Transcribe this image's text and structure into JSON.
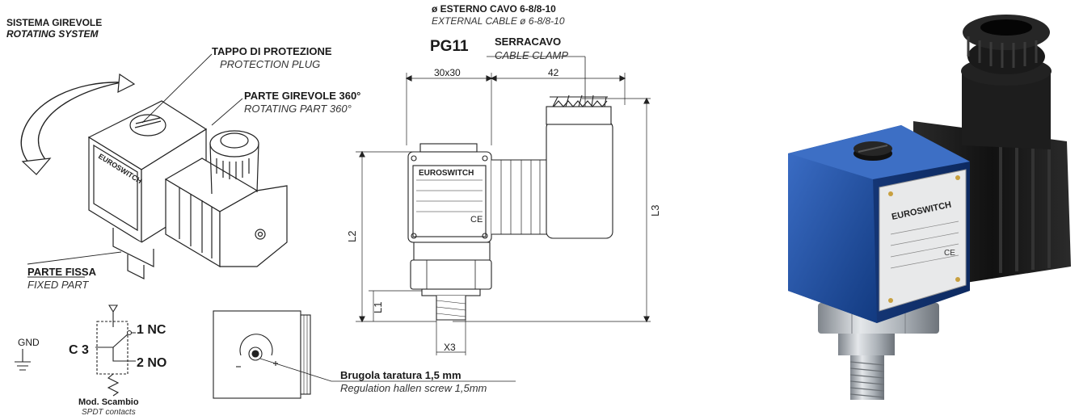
{
  "rotating": {
    "it": "SISTEMA GIREVOLE",
    "en": "ROTATING SYSTEM"
  },
  "plug": {
    "it": "TAPPO DI PROTEZIONE",
    "en": "PROTECTION PLUG"
  },
  "rotating_part": {
    "it": "PARTE GIREVOLE 360°",
    "en": "ROTATING PART 360°"
  },
  "fixed_part": {
    "it": "PARTE FISSA",
    "en": "FIXED PART"
  },
  "cable": {
    "it": "ø ESTERNO CAVO  6-8/8-10",
    "en": "EXTERNAL CABLE ø 6-8/8-10"
  },
  "clamp": {
    "pg": "PG11",
    "it": "SERRACAVO",
    "en": "CABLE CLAMP"
  },
  "dims": {
    "w1": "30x30",
    "w2": "42",
    "l1": "L1",
    "l2": "L2",
    "l3": "L3",
    "x3": "X3"
  },
  "contacts": {
    "gnd": "GND",
    "c": "C 3",
    "nc": "1 NC",
    "no": "2 NO",
    "mod_it": "Mod. Scambio",
    "mod_en": "SPDT contacts"
  },
  "screw": {
    "it": "Brugola taratura 1,5 mm",
    "en": "Regulation hallen screw 1,5mm"
  },
  "brand": "EUROSWITCH",
  "colors": {
    "body_blue": "#1f4fa0",
    "connector_black": "#151515",
    "steel": "#b9bec4",
    "line": "#222222"
  }
}
